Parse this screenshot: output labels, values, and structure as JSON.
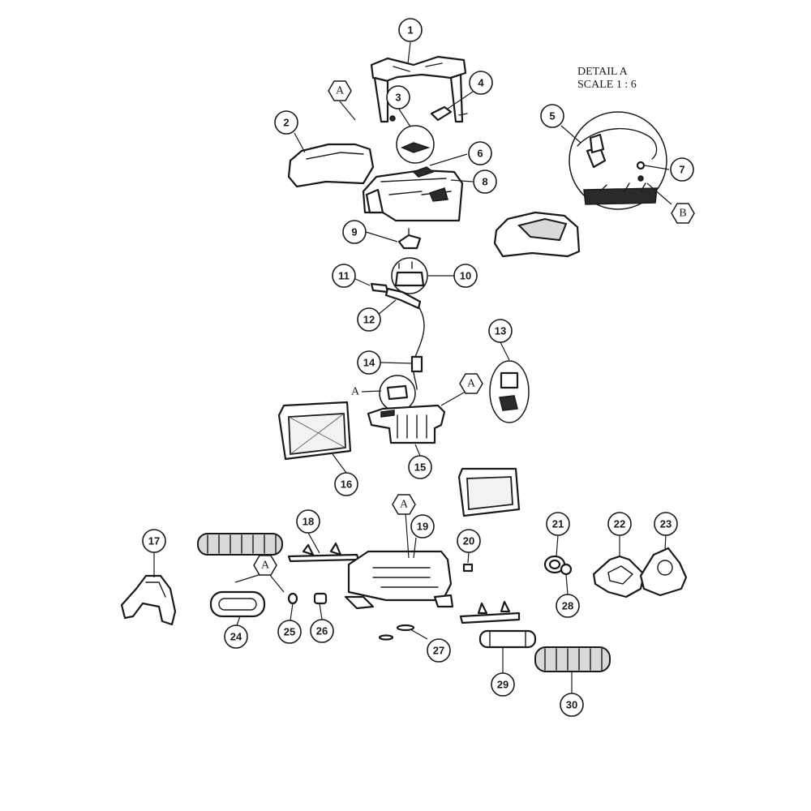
{
  "detail": {
    "title_line1": "DETAIL A",
    "title_line2": "SCALE 1 : 6"
  },
  "callouts": [
    "1",
    "2",
    "3",
    "4",
    "5",
    "6",
    "7",
    "8",
    "9",
    "10",
    "11",
    "12",
    "13",
    "14",
    "15",
    "16",
    "17",
    "18",
    "19",
    "20",
    "21",
    "22",
    "23",
    "24",
    "25",
    "26",
    "27",
    "28",
    "29",
    "30"
  ],
  "markers": {
    "A": "A",
    "B": "B"
  }
}
